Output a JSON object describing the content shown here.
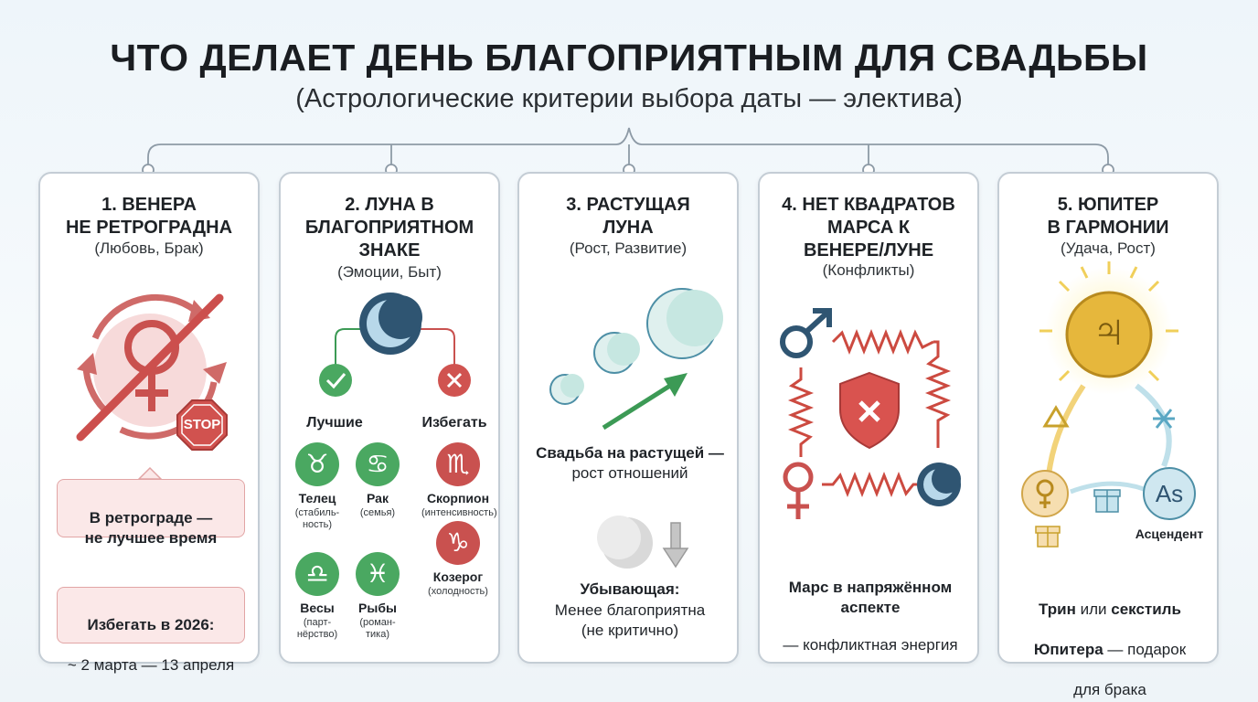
{
  "header": {
    "title": "ЧТО ДЕЛАЕТ ДЕНЬ БЛАГОПРИЯТНЫМ ДЛЯ СВАДЬБЫ",
    "subtitle": "(Астрологические критерии выбора даты — электива)"
  },
  "colors": {
    "accent_red": "#c9514f",
    "accent_green": "#3c9a55",
    "navy": "#2f5572",
    "gold": "#e0b23a",
    "card_border": "#c4cdd5"
  },
  "cards": [
    {
      "title": "1. ВЕНЕРА\nНЕ РЕТРОГРАДНА",
      "subtitle": "(Любовь, Брак)",
      "icons": [
        "venus-icon",
        "retrograde-arrows-icon",
        "stop-sign-icon"
      ],
      "stop_text": "STOP",
      "note1": "В ретрограде —\nне лучшее время",
      "note2_bold": "Избегать в 2026:",
      "note2": "~ 2 марта — 13 апреля"
    },
    {
      "title": "2. ЛУНА В\nБЛАГОПРИЯТНОМ\nЗНАКЕ",
      "subtitle": "(Эмоции, Быт)",
      "best_label": "Лучшие",
      "avoid_label": "Избегать",
      "signs_best": [
        {
          "name": "Телец",
          "desc": "(стабиль-\nность)",
          "glyph": "♉"
        },
        {
          "name": "Рак",
          "desc": "(семья)",
          "glyph": "♋"
        },
        {
          "name": "Весы",
          "desc": "(парт-\nнёрство)",
          "glyph": "♎"
        },
        {
          "name": "Рыбы",
          "desc": "(роман-\nтика)",
          "glyph": "♓"
        }
      ],
      "signs_avoid": [
        {
          "name": "Скорпион",
          "desc": "(интенсивность)",
          "glyph": "♏"
        },
        {
          "name": "Козерог",
          "desc": "(холодность)",
          "glyph": "♑"
        }
      ]
    },
    {
      "title": "3. РАСТУЩАЯ\nЛУНА",
      "subtitle": "(Рост, Развитие)",
      "main_text": "Свадьба на растущей —",
      "main_text2": "рост отношений",
      "wane_bold": "Убывающая:",
      "wane_text": "Менее благоприятна\n(не критично)"
    },
    {
      "title": "4. НЕТ КВАДРАТОВ\nМАРСА К\nВЕНЕРЕ/ЛУНЕ",
      "subtitle": "(Конфликты)",
      "text_bold": "Марс в напряжённом\nаспекте",
      "text": "конфликтная энергия"
    },
    {
      "title": "5. ЮПИТЕР\nВ ГАРМОНИИ",
      "subtitle": "(Удача, Рост)",
      "jupiter_glyph": "♃",
      "asc_label": "As",
      "asc_caption": "Асцендент",
      "text_bold1": "Трин",
      "text_or": " или ",
      "text_bold2": "секстиль",
      "text_bold3": "Юпитера",
      "text_rest": " — подарок",
      "text_line3": "для брака"
    }
  ]
}
